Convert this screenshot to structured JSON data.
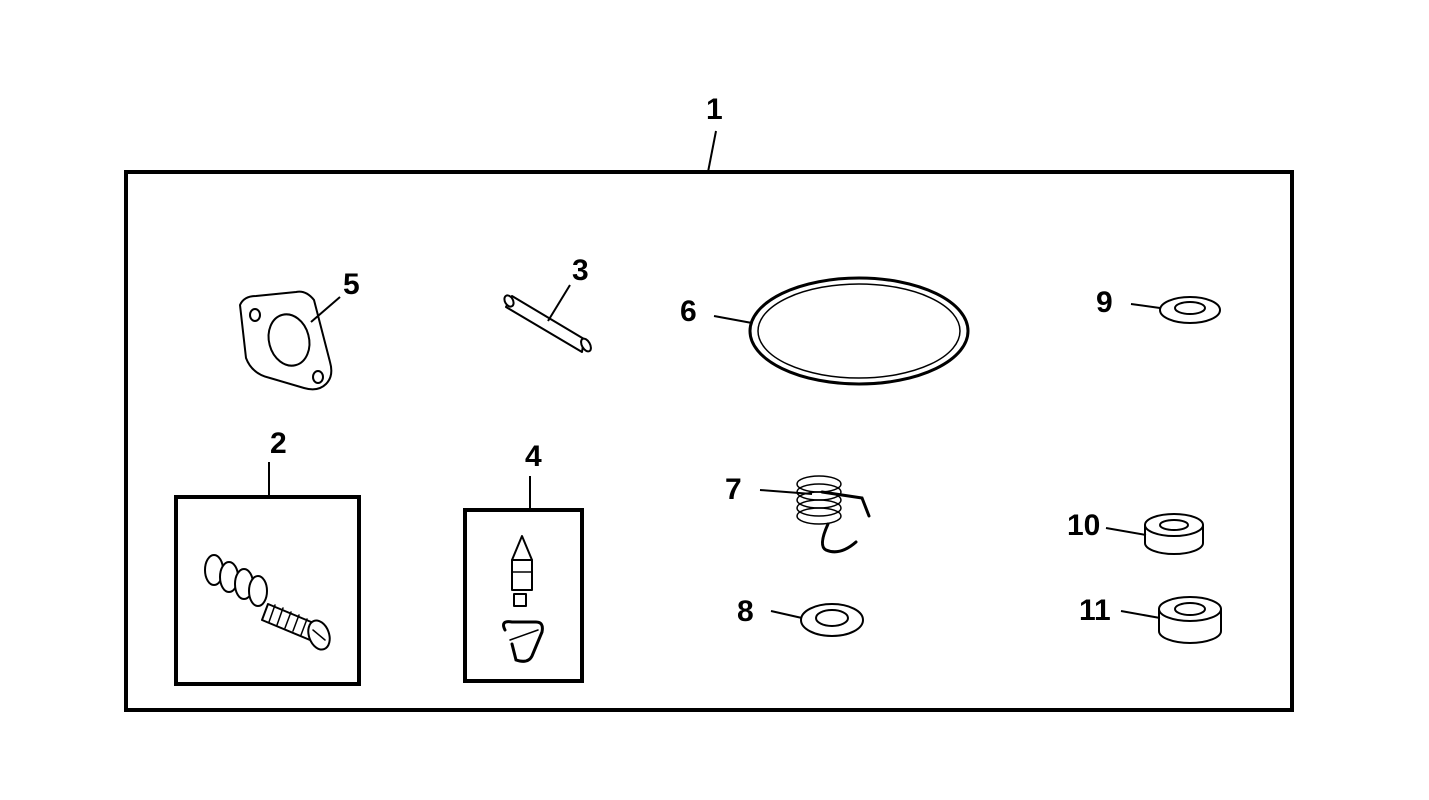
{
  "diagram": {
    "callouts": {
      "kit": "1",
      "adjusting_screw_kit": "2",
      "pin": "3",
      "needle_valve_kit": "4",
      "gasket": "5",
      "bowl_o_ring": "6",
      "spring": "7",
      "washer_8": "8",
      "washer_9": "9",
      "bushing_10": "10",
      "bushing_11": "11"
    }
  }
}
